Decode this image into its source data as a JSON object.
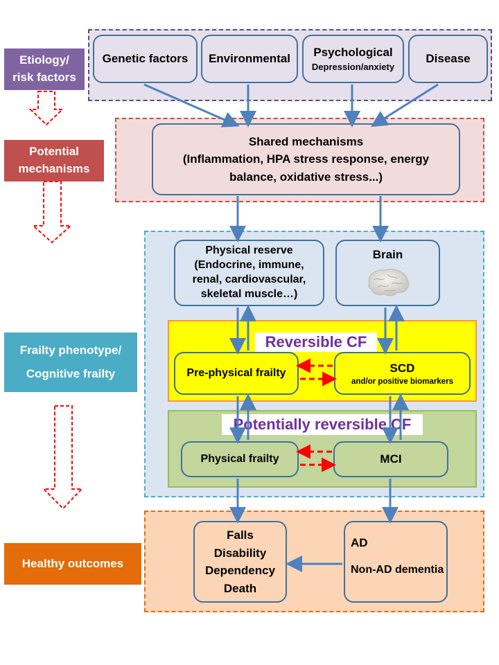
{
  "stages": {
    "etiology": "Etiology/\nrisk factors",
    "mechanisms": "Potential\nmechanisms",
    "phenotype_line1": "Frailty phenotype/",
    "phenotype_line2": "Cognitive frailty",
    "outcomes": "Healthy outcomes"
  },
  "risk_factors": {
    "genetic": "Genetic factors",
    "environmental": "Environmental",
    "psychological_title": "Psychological",
    "psychological_sub": "Depression/anxiety",
    "disease": "Disease"
  },
  "mechanisms": {
    "title": "Shared mechanisms",
    "detail": "(Inflammation, HPA stress response, energy balance, oxidative stress...)"
  },
  "reserve": {
    "physical": "Physical reserve (Endocrine, immune, renal, cardiovascular, skeletal muscle…)",
    "brain": "Brain"
  },
  "reversible": {
    "title": "Reversible CF",
    "pre_physical": "Pre-physical  frailty",
    "scd": "SCD",
    "scd_sub": "and/or positive biomarkers"
  },
  "potentially_reversible": {
    "title": "Potentially reversible CF",
    "physical_frailty": "Physical  frailty",
    "mci": "MCI"
  },
  "outcomes": {
    "falls": "Falls",
    "disability": "Disability",
    "dependency": "Dependency",
    "death": "Death",
    "ad": "AD",
    "non_ad": "Non-AD dementia"
  },
  "colors": {
    "etiology": "#8064a2",
    "mechanisms": "#c0504d",
    "phenotype": "#4bacc6",
    "outcomes": "#e46c0a",
    "arrow_blue": "#4f81bd",
    "arrow_red": "#ff0000",
    "reversible_fill": "#ffff00",
    "potential_fill": "#c3d69b"
  }
}
